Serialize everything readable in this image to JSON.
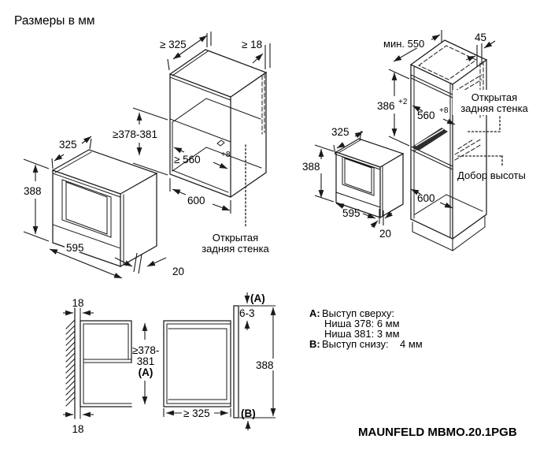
{
  "title": "Размеры в мм",
  "model": "MAUNFELD MBMO.20.1PGB",
  "colors": {
    "line": "#1a1a1a",
    "text": "#000000",
    "bg": "#ffffff",
    "rail": "#2e2e2e"
  },
  "oven": {
    "depth": "325",
    "height": "388",
    "width": "595",
    "door_gap": "20"
  },
  "niche": {
    "depth_min": "≥ 325",
    "panel_min": "≥ 18",
    "height_range": "≥378-381",
    "width_min": "≥ 560",
    "width_min_tol": "+8",
    "outer_width": "600",
    "open_back_1": "Открытая",
    "open_back_2": "задняя стенка"
  },
  "column": {
    "depth_min": "мин. 550",
    "top_gap": "45",
    "niche_height": "386",
    "niche_height_tol": "+2",
    "niche_width": "560",
    "niche_width_tol": "+8",
    "outer_width": "600",
    "open_back_1": "Открытая",
    "open_back_2": "задняя стенка",
    "filler": "Добор высоты",
    "oven": {
      "depth": "325",
      "height": "388",
      "width": "595",
      "door_gap": "20"
    }
  },
  "section": {
    "wall_gap_top": "18",
    "wall_gap_bottom": "18",
    "height_1": "≥378-",
    "height_2": "381",
    "height_3": "(A)",
    "label_a": "(A)",
    "protrusion_top": "6-3",
    "front_height": "388",
    "depth_min": "≥ 325",
    "label_b": "(B)"
  },
  "legend": {
    "a_key": "A:",
    "a_text": "Выступ сверху:",
    "a_row1": "Ниша 378: 6 мм",
    "a_row2": "Ниша 381: 3 мм",
    "b_key": "B:",
    "b_text": "Выступ снизу:",
    "b_value": "4 мм"
  }
}
